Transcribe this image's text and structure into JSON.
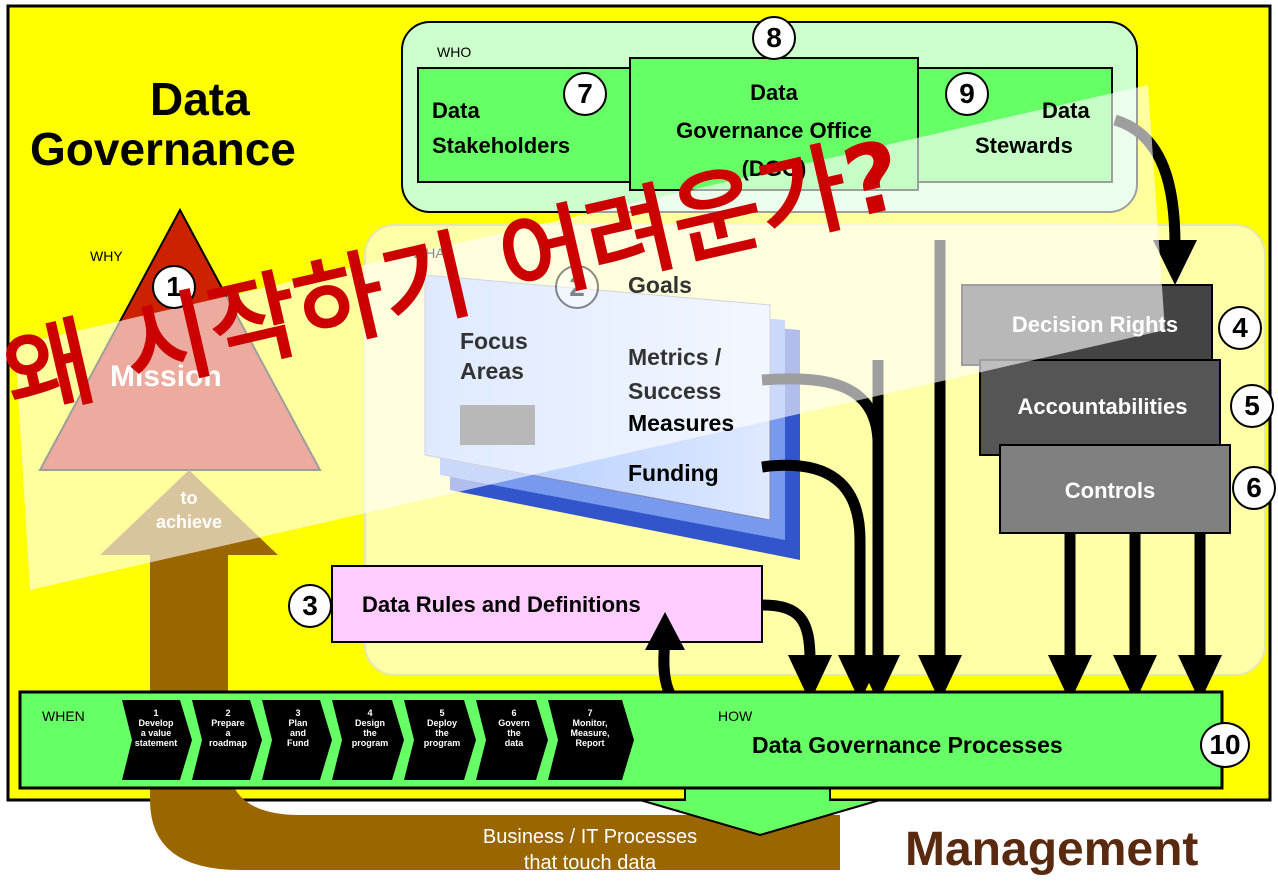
{
  "title": {
    "line1": "Data",
    "line2": "Governance"
  },
  "footer_word": "Management",
  "overlay_text": "왜 시작하기 어려운가?",
  "sections": {
    "who": "WHO",
    "what": "WHAT",
    "why": "WHY",
    "when": "WHEN",
    "how": "HOW"
  },
  "who": {
    "stakeholders": {
      "num": "7",
      "line1": "Data",
      "line2": "Stakeholders"
    },
    "dgo": {
      "num": "8",
      "line1": "Data",
      "line2": "Governance Office",
      "line3": "(DGO)"
    },
    "stewards": {
      "num": "9",
      "line1": "Data",
      "line2": "Stewards"
    }
  },
  "why": {
    "num": "1",
    "mission": "Mission",
    "to_achieve_1": "to",
    "to_achieve_2": "achieve"
  },
  "what": {
    "num": "2",
    "goals": "Goals",
    "focus_areas_1": "Focus",
    "focus_areas_2": "Areas",
    "metrics_1": "Metrics /",
    "metrics_2": "Success",
    "metrics_3": "Measures",
    "funding": "Funding"
  },
  "rules": {
    "num": "3",
    "label": "Data Rules and Definitions"
  },
  "decision_rights": {
    "num": "4",
    "label": "Decision Rights"
  },
  "accountabilities": {
    "num": "5",
    "label": "Accountabilities"
  },
  "controls": {
    "num": "6",
    "label": "Controls"
  },
  "processes": {
    "num": "10",
    "label": "Data Governance Processes"
  },
  "steps": [
    {
      "n": "1",
      "lines": [
        "Develop",
        "a value",
        "statement"
      ]
    },
    {
      "n": "2",
      "lines": [
        "Prepare",
        "a",
        "roadmap"
      ]
    },
    {
      "n": "3",
      "lines": [
        "Plan",
        "and",
        "Fund"
      ]
    },
    {
      "n": "4",
      "lines": [
        "Design",
        "the",
        "program"
      ]
    },
    {
      "n": "5",
      "lines": [
        "Deploy",
        "the",
        "program"
      ]
    },
    {
      "n": "6",
      "lines": [
        "Govern",
        "the",
        "data"
      ]
    },
    {
      "n": "7",
      "lines": [
        "Monitor,",
        "Measure,",
        "Report"
      ]
    }
  ],
  "business": {
    "line1": "Business / IT Processes",
    "line2": "that touch data"
  },
  "colors": {
    "yellow": "#ffff00",
    "light_yellow": "#ffff99",
    "green": "#66ff66",
    "light_green": "#ccffcc",
    "pink": "#ffccff",
    "brown": "#996600",
    "dark_gray": "#444444",
    "overlay_red": "#cc0000"
  }
}
